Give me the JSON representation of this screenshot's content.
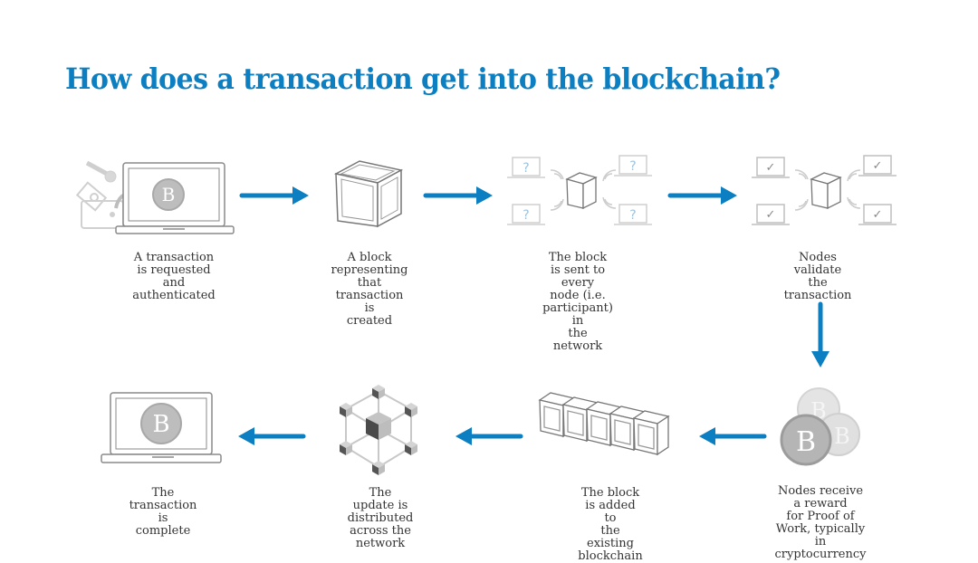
{
  "title": "How does a transaction get into the blockchain?",
  "colors": {
    "accent": "#0b7fc1",
    "icon_gray": "#9a9a9a",
    "icon_light": "#cfcfcf",
    "text": "#333333"
  },
  "steps": [
    {
      "id": 1,
      "icon": "laptop-bitcoin-wallet-key-icon",
      "caption": "A transaction\nis requested and\nauthenticated"
    },
    {
      "id": 2,
      "icon": "block-cube-icon",
      "caption": "A block representing\nthat transaction is\ncreated"
    },
    {
      "id": 3,
      "icon": "network-broadcast-icon",
      "caption": "The block is sent to every\nnode (i.e. participant) in\nthe network"
    },
    {
      "id": 4,
      "icon": "nodes-validate-icon",
      "caption": "Nodes validate\nthe transaction"
    },
    {
      "id": 5,
      "icon": "bitcoin-coins-icon",
      "caption": "Nodes receive a reward\nfor Proof of Work, typically\nin cryptocurrency"
    },
    {
      "id": 6,
      "icon": "blockchain-chain-icon",
      "caption": "The block is added to\nthe existing blockchain"
    },
    {
      "id": 7,
      "icon": "distributed-network-icon",
      "caption": "The update is distributed\nacross the network"
    },
    {
      "id": 8,
      "icon": "laptop-bitcoin-icon",
      "caption": "The transaction is\ncomplete"
    }
  ],
  "arrows": [
    {
      "from": 1,
      "to": 2,
      "direction": "right"
    },
    {
      "from": 2,
      "to": 3,
      "direction": "right"
    },
    {
      "from": 3,
      "to": 4,
      "direction": "right"
    },
    {
      "from": 4,
      "to": 5,
      "direction": "down"
    },
    {
      "from": 5,
      "to": 6,
      "direction": "left"
    },
    {
      "from": 6,
      "to": 7,
      "direction": "left"
    },
    {
      "from": 7,
      "to": 8,
      "direction": "left"
    }
  ],
  "symbols": {
    "bitcoin": "B",
    "question": "?",
    "check": "✓"
  }
}
